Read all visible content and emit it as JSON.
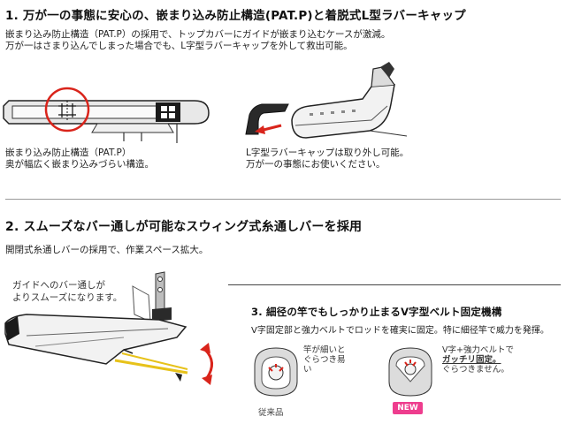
{
  "section1": {
    "title": "1. 万が一の事態に安心の、嵌まり込み防止構造(PAT.P)と着脱式L型ラバーキャップ",
    "desc_line1": "嵌まり込み防止構造（PAT.P）の採用で、トップカバーにガイドが嵌まり込むケースが激減。",
    "desc_line2": "万が一はさまり込んでしまった場合でも、L字型ラバーキャップを外して救出可能。",
    "caption_left_line1": "嵌まり込み防止構造（PAT.P）",
    "caption_left_line2": "奥が幅広く嵌まり込みづらい構造。",
    "caption_right_line1": "L字型ラバーキャップは取り外し可能。",
    "caption_right_line2": "万が一の事態にお使いください。"
  },
  "section2": {
    "title": "2. スムーズなバー通しが可能なスウィング式糸通しバーを採用",
    "desc": "開閉式糸通しバーの採用で、作業スペース拡大。",
    "bubble_line1": "ガイドへのバー通しが",
    "bubble_line2": "よりスムーズになります。"
  },
  "section3": {
    "title": "3. 細径の竿でもしっかり止まるV字型ベルト固定機構",
    "desc": "V字固定部と強力ベルトでロッドを確実に固定。特に細径竿で威力を発揮。",
    "note_old_line1": "竿が細いと",
    "note_old_line2": "ぐらつき易",
    "note_old_line3": "い",
    "note_new_line1": "V字+強力ベルトで",
    "note_new_line2": "ガッチリ固定。",
    "note_new_line3": "ぐらつきません。",
    "label_old": "従来品",
    "badge_new": "NEW"
  },
  "colors": {
    "accent_red": "#d9241b",
    "badge_pink": "#ee3d8e",
    "yellow_line": "#e7c21a"
  }
}
